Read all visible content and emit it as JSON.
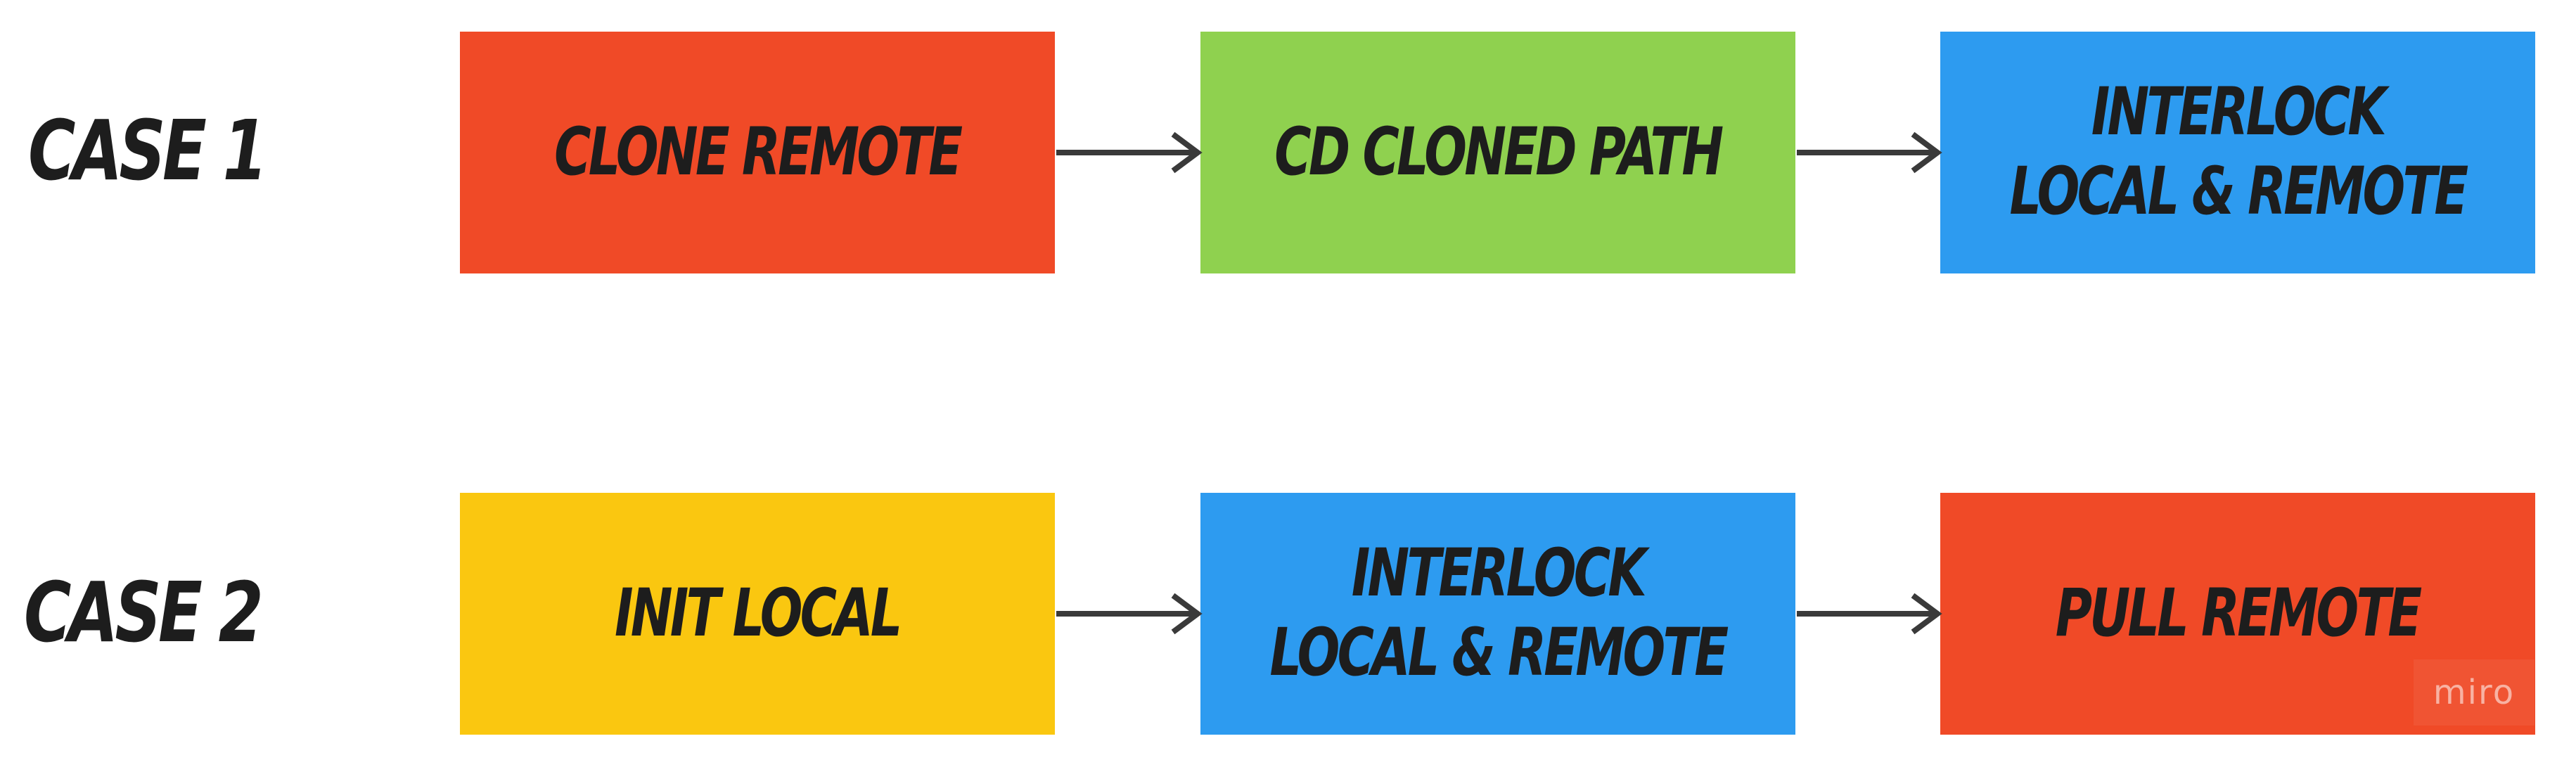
{
  "cases": [
    {
      "label": "CASE 1",
      "steps": [
        {
          "lines": [
            "CLONE REMOTE"
          ],
          "color": "#F04A27"
        },
        {
          "lines": [
            "CD CLONED PATH"
          ],
          "color": "#8FD14F"
        },
        {
          "lines": [
            "INTERLOCK",
            "LOCAL & REMOTE"
          ],
          "color": "#2D9BF0"
        }
      ]
    },
    {
      "label": "CASE 2",
      "steps": [
        {
          "lines": [
            "INIT LOCAL"
          ],
          "color": "#FAC710"
        },
        {
          "lines": [
            "INTERLOCK",
            "LOCAL & REMOTE"
          ],
          "color": "#2D9BF0"
        },
        {
          "lines": [
            "PULL REMOTE"
          ],
          "color": "#F04A27"
        }
      ]
    }
  ],
  "arrow_color": "#3a3a3a",
  "watermark": "miro"
}
